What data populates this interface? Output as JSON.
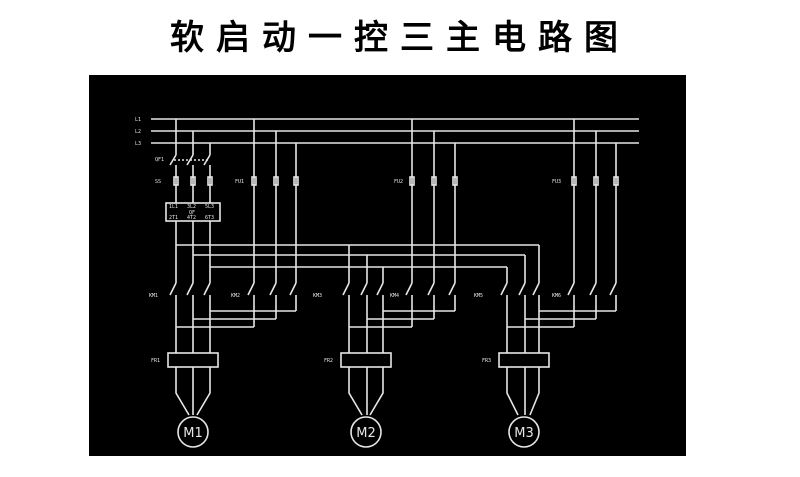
{
  "title": "软启动一控三主电路图",
  "colors": {
    "background": "#ffffff",
    "schematic_bg": "#000000",
    "wire": "#e6e6e6"
  },
  "lines": [
    "L1",
    "L2",
    "L3"
  ],
  "labels": {
    "qf": "QF1",
    "ss": "SS",
    "fu1": "FU1",
    "fu2": "FU2",
    "fu3": "FU3",
    "sst_top": [
      "1L1",
      "3L2",
      "5L3"
    ],
    "sst_mid": "QF",
    "sst_bot": [
      "2T1",
      "4T2",
      "6T3"
    ],
    "km": [
      "KM1",
      "KM2",
      "KM3",
      "KM4",
      "KM5",
      "KM6"
    ],
    "fr": [
      "FR1",
      "FR2",
      "FR3"
    ]
  },
  "motors": [
    "M1",
    "M2",
    "M3"
  ]
}
